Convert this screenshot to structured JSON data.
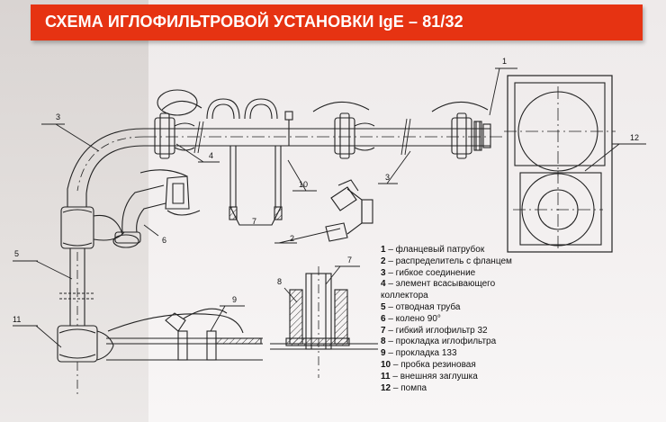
{
  "title": "СХЕМА ИГЛОФИЛЬТРОВОЙ УСТАНОВКИ IgE – 81/32",
  "callouts": {
    "c1": "1",
    "c2": "2",
    "c3a": "3",
    "c3b": "3",
    "c4": "4",
    "c5": "5",
    "c6": "6",
    "c7a": "7",
    "c7b": "7",
    "c8": "8",
    "c9": "9",
    "c10": "10",
    "c11": "11",
    "c12": "12"
  },
  "legend": [
    {
      "num": "1",
      "text": " – фланцевый патрубок"
    },
    {
      "num": "2",
      "text": " – распределитель с фланцем"
    },
    {
      "num": "3",
      "text": " – гибкое соединение"
    },
    {
      "num": "4",
      "text": " – элемент всасывающего"
    },
    {
      "num": "",
      "text": "коллектора"
    },
    {
      "num": "5",
      "text": " – отводная труба"
    },
    {
      "num": "6",
      "text": " – колено 90°"
    },
    {
      "num": "7",
      "text": " – гибкий иглофильтр 32"
    },
    {
      "num": "8",
      "text": " – прокладка иглофильтра"
    },
    {
      "num": "9",
      "text": " – прокладка 133"
    },
    {
      "num": "10",
      "text": " – пробка резиновая"
    },
    {
      "num": "11",
      "text": " – внешняя заглушка"
    },
    {
      "num": "12",
      "text": " – помпа"
    }
  ],
  "colors": {
    "title_bg": "#e63312",
    "title_text": "#ffffff",
    "line": "#222222"
  }
}
